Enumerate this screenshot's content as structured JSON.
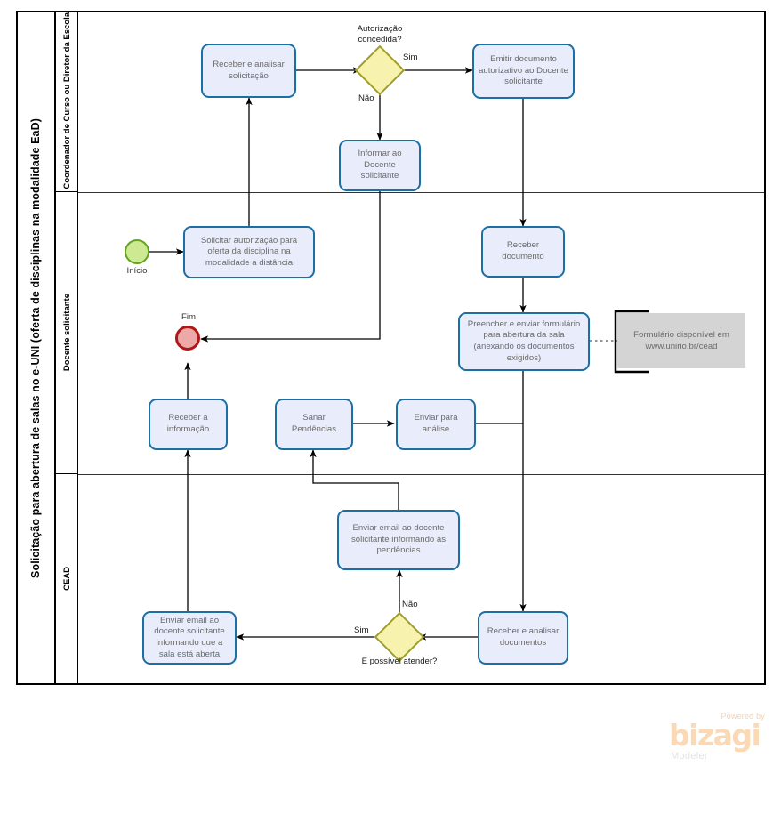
{
  "pool": {
    "title": "Solicitação para abertura de salas no e-UNI (oferta de disciplinas na modalidade EaD)",
    "lanes": [
      {
        "id": "lane-coordenador",
        "label": "Coordenador de Curso ou Diretor da Escola"
      },
      {
        "id": "lane-docente",
        "label": "Docente  solicitante"
      },
      {
        "id": "lane-cead",
        "label": "CEAD"
      }
    ]
  },
  "events": [
    {
      "id": "start-event",
      "label": "Início",
      "type": "start"
    },
    {
      "id": "end-event",
      "label": "Fim",
      "type": "end"
    }
  ],
  "tasks": [
    {
      "id": "task-receber-analisar-solicitacao",
      "label": "Receber  e analisar solicitação",
      "lane": "lane-coordenador"
    },
    {
      "id": "task-emitir-documento",
      "label": "Emitir documento autorizativo ao Docente solicitante",
      "lane": "lane-coordenador"
    },
    {
      "id": "task-informar-docente",
      "label": "Informar ao Docente solicitante",
      "lane": "lane-coordenador"
    },
    {
      "id": "task-solicitar-autorizacao",
      "label": "Solicitar autorização para oferta da disciplina na modalidade a distância",
      "lane": "lane-docente"
    },
    {
      "id": "task-receber-documento",
      "label": "Receber documento",
      "lane": "lane-docente"
    },
    {
      "id": "task-preencher-enviar-formulario",
      "label": "Preencher e enviar formulário para abertura da sala (anexando os documentos exigidos)",
      "lane": "lane-docente"
    },
    {
      "id": "task-receber-informacao",
      "label": "Receber a informação",
      "lane": "lane-docente"
    },
    {
      "id": "task-sanar-pendencias",
      "label": "Sanar Pendências",
      "lane": "lane-docente"
    },
    {
      "id": "task-enviar-para-analise",
      "label": "Enviar para análise",
      "lane": "lane-docente"
    },
    {
      "id": "task-enviar-email-pendencias",
      "label": "Enviar email ao docente solicitante informando as pendências",
      "lane": "lane-cead"
    },
    {
      "id": "task-enviar-email-sala-aberta",
      "label": "Enviar email ao docente solicitante informando que a sala está aberta",
      "lane": "lane-cead"
    },
    {
      "id": "task-receber-analisar-documentos",
      "label": "Receber e analisar documentos",
      "lane": "lane-cead"
    }
  ],
  "gateways": [
    {
      "id": "gateway-autorizacao",
      "label": "Autorização\nconcedida?",
      "lane": "lane-coordenador"
    },
    {
      "id": "gateway-possivel-atender",
      "label": "É possível atender?",
      "lane": "lane-cead"
    }
  ],
  "flow_labels": {
    "autorizacao_sim": "Sim",
    "autorizacao_nao": "Não",
    "atender_sim": "Sim",
    "atender_nao": "Não"
  },
  "annotations": [
    {
      "id": "annotation-formulario",
      "text": "Formulário disponível em www.unirio.br/cead"
    }
  ],
  "logo": {
    "powered_by": "Powered by",
    "brand": "bizagi",
    "product": "Modeler"
  },
  "colors": {
    "task_fill": "#e9edfb",
    "task_border": "#1c6ea4",
    "gateway_fill": "#f7f3ae",
    "gateway_border": "#9e9e2e",
    "start_fill": "#cdea92",
    "start_border": "#62a420",
    "end_fill": "#eda8a8",
    "end_border": "#b01818",
    "annotation_fill": "#d4d4d4",
    "flow_stroke": "#000000",
    "brand_orange": "#fbd9b4"
  }
}
